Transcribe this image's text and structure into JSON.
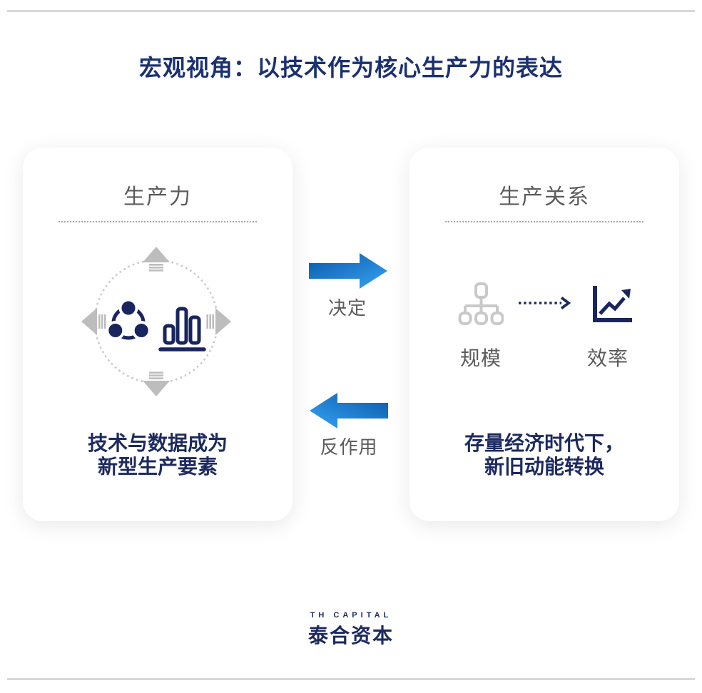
{
  "page": {
    "title": "宏观视角：以技术作为核心生产力的表达"
  },
  "left_card": {
    "title": "生产力",
    "caption_lines": [
      "技术与数据成为",
      "新型生产要素"
    ],
    "icons": [
      "expand-arrows-compass",
      "share-network-icon",
      "bar-chart-icon"
    ]
  },
  "relation": {
    "forward_label": "决定",
    "backward_label": "反作用"
  },
  "right_card": {
    "title": "生产关系",
    "items": [
      {
        "label": "规模",
        "icon": "org-hierarchy-icon"
      },
      {
        "label": "效率",
        "icon": "growth-chart-icon"
      }
    ],
    "connector_icon": "dotted-arrow-icon",
    "caption_lines": [
      "存量经济时代下，",
      "新旧动能转换"
    ]
  },
  "footer": {
    "logo_en": "TH CAPITAL",
    "logo_cn": "泰合资本"
  },
  "colors": {
    "title_navy": "#1b3170",
    "body_navy": "#1d2a5f",
    "icon_navy": "#18255e",
    "gray_text": "#5c5c5c",
    "light_gray_icon": "#c9c9c9",
    "arrow_gradient_dark": "#0b57a9",
    "arrow_gradient_light": "#35a4f2",
    "divider_gray": "#d9d9d9"
  }
}
